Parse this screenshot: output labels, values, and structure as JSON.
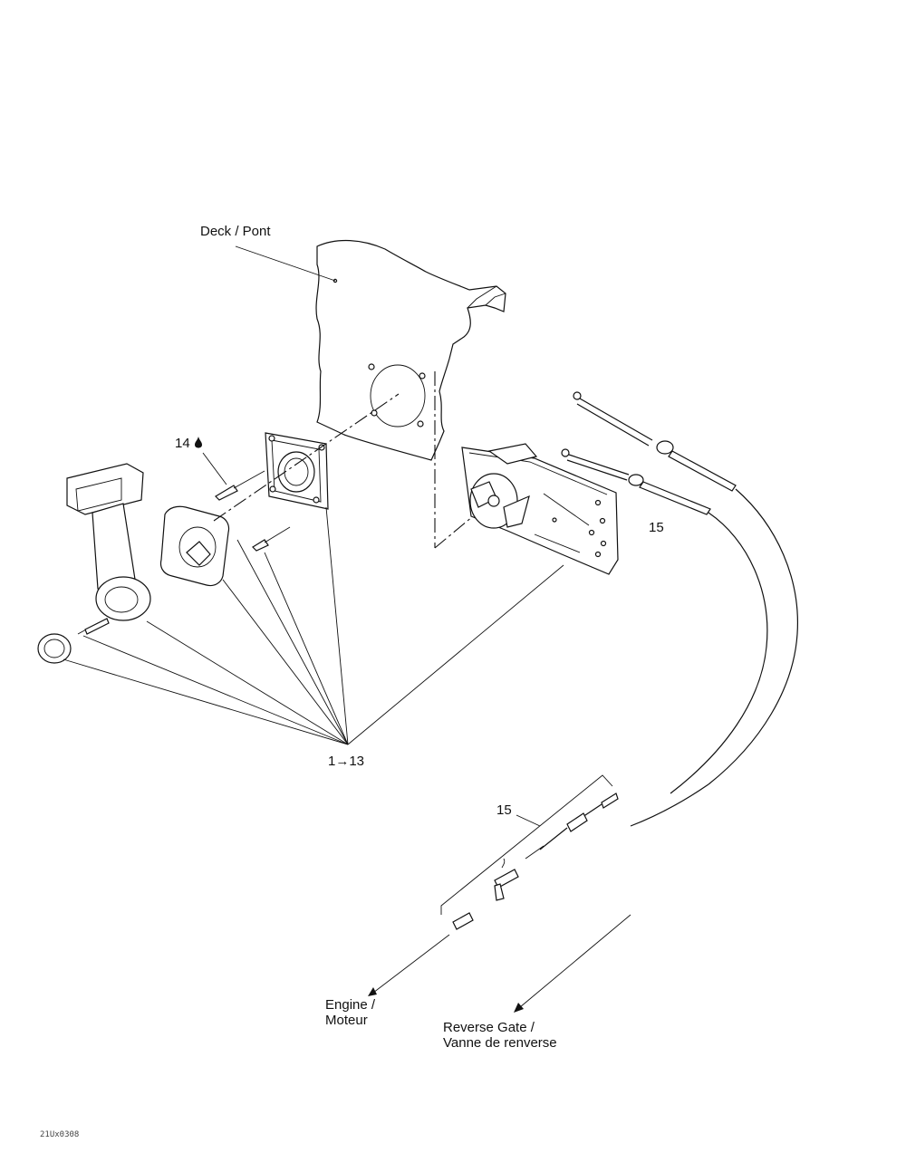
{
  "labels": {
    "deck": "Deck / Pont",
    "part_14": "14",
    "part_15_upper": "15",
    "range": "1→13",
    "part_15_lower": "15",
    "engine_line1": "Engine /",
    "engine_line2": "Moteur",
    "reverse_line1": "Reverse Gate /",
    "reverse_line2": "Vanne de renverse",
    "figure_code": "21Ux0308"
  },
  "icons": {
    "part_14": "thread-locker-drop-icon",
    "range_arrow": "arrow-right-icon"
  }
}
